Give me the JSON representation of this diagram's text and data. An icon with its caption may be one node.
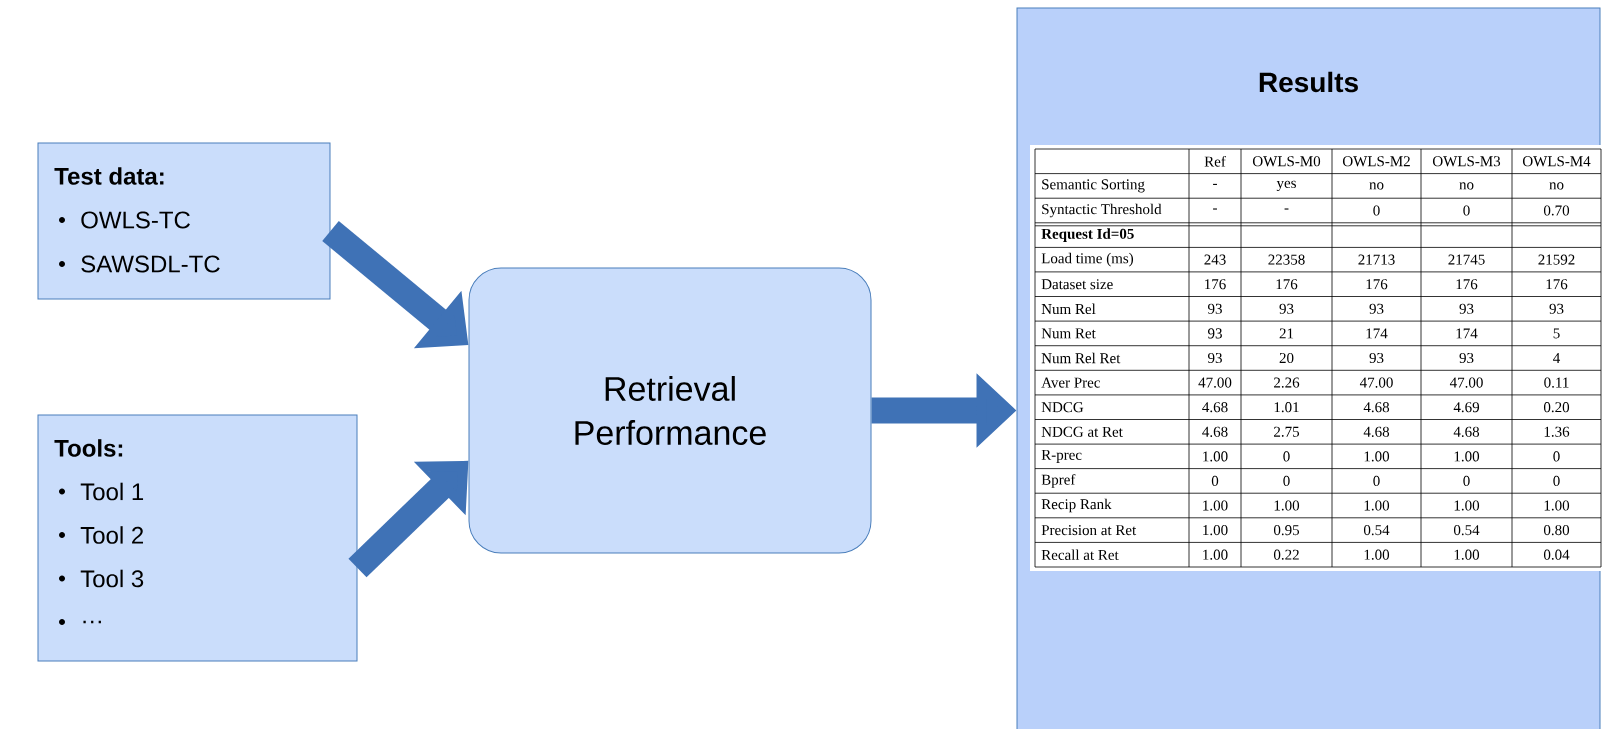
{
  "diagram": {
    "nodes": [
      {
        "text": [
          "Test data:",
          "OWLS-TC",
          "SAWSDL-TC"
        ]
      },
      {
        "text": [
          "Tools:",
          "Tool 1",
          "Tool 2",
          "Tool 3",
          "…"
        ]
      },
      {
        "text": [
          "Retrieval Performance"
        ]
      },
      {
        "text": [
          "Results"
        ]
      }
    ],
    "edges": [
      {
        "from": 0,
        "to": 2,
        "arrow": "to"
      },
      {
        "from": 1,
        "to": 2,
        "arrow": "to"
      },
      {
        "from": 2,
        "to": 3,
        "arrow": "to"
      }
    ],
    "labels": [
      "Ref",
      "OWLS-M0",
      "OWLS-M2",
      "OWLS-M3",
      "OWLS-M4",
      "Semantic Sorting",
      "-",
      "yes",
      "no",
      "no",
      "no",
      "Syntactic Threshold",
      "-",
      "-",
      "0",
      "0",
      "0.70",
      "Request Id=05",
      "Load time (ms)",
      "243",
      "22358",
      "21713",
      "21745",
      "21592",
      "Dataset size",
      "176",
      "176",
      "176",
      "176",
      "176",
      "Num Rel",
      "93",
      "93",
      "93",
      "93",
      "93",
      "Num Ret",
      "93",
      "21",
      "174",
      "174",
      "5",
      "Num Rel Ret",
      "93",
      "20",
      "93",
      "93",
      "4",
      "Aver Prec",
      "47.00",
      "2.26",
      "47.00",
      "47.00",
      "0.11",
      "NDCG",
      "4.68",
      "1.01",
      "4.68",
      "4.69",
      "0.20",
      "NDCG at Ret",
      "4.68",
      "2.75",
      "4.68",
      "4.68",
      "1.36",
      "R-prec",
      "1.00",
      "0",
      "1.00",
      "1.00",
      "0",
      "Bpref",
      "0",
      "0",
      "0",
      "0",
      "0",
      "Recip Rank",
      "1.00",
      "1.00",
      "1.00",
      "1.00",
      "1.00",
      "Precision at Ret",
      "1.00",
      "0.95",
      "0.54",
      "0.54",
      "0.80",
      "Recall at Ret",
      "1.00",
      "0.22",
      "1.00",
      "1.00",
      "0.04"
    ]
  }
}
